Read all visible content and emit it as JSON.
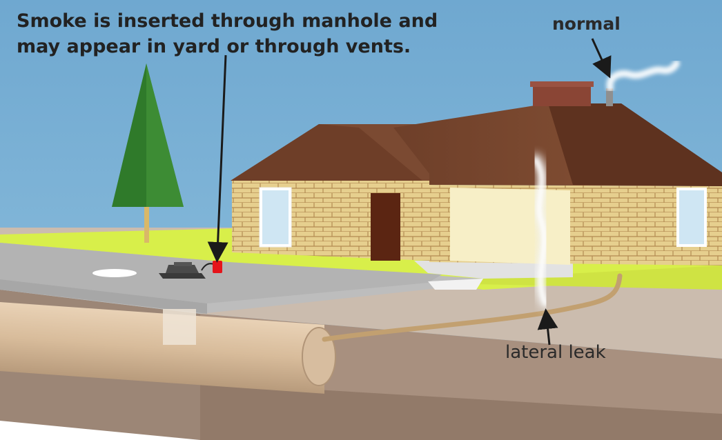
{
  "caption": "Smoke is inserted through manhole and may appear in yard or through vents.",
  "labels": {
    "normal": "normal",
    "lateral_leak": "lateral leak"
  },
  "colors": {
    "sky": "#7db3d6",
    "lawn": "#d8ef4a",
    "pavement": "#b9b9b9",
    "soil": "#a89384",
    "soil_front": "#8d7868",
    "roof": "#7b4a32",
    "brick": "#e3cc88",
    "pipe": "#dcc1a2",
    "lateral": "#c2a070",
    "tree": "#2f7a2a",
    "smoke_device": "#e5141a"
  }
}
